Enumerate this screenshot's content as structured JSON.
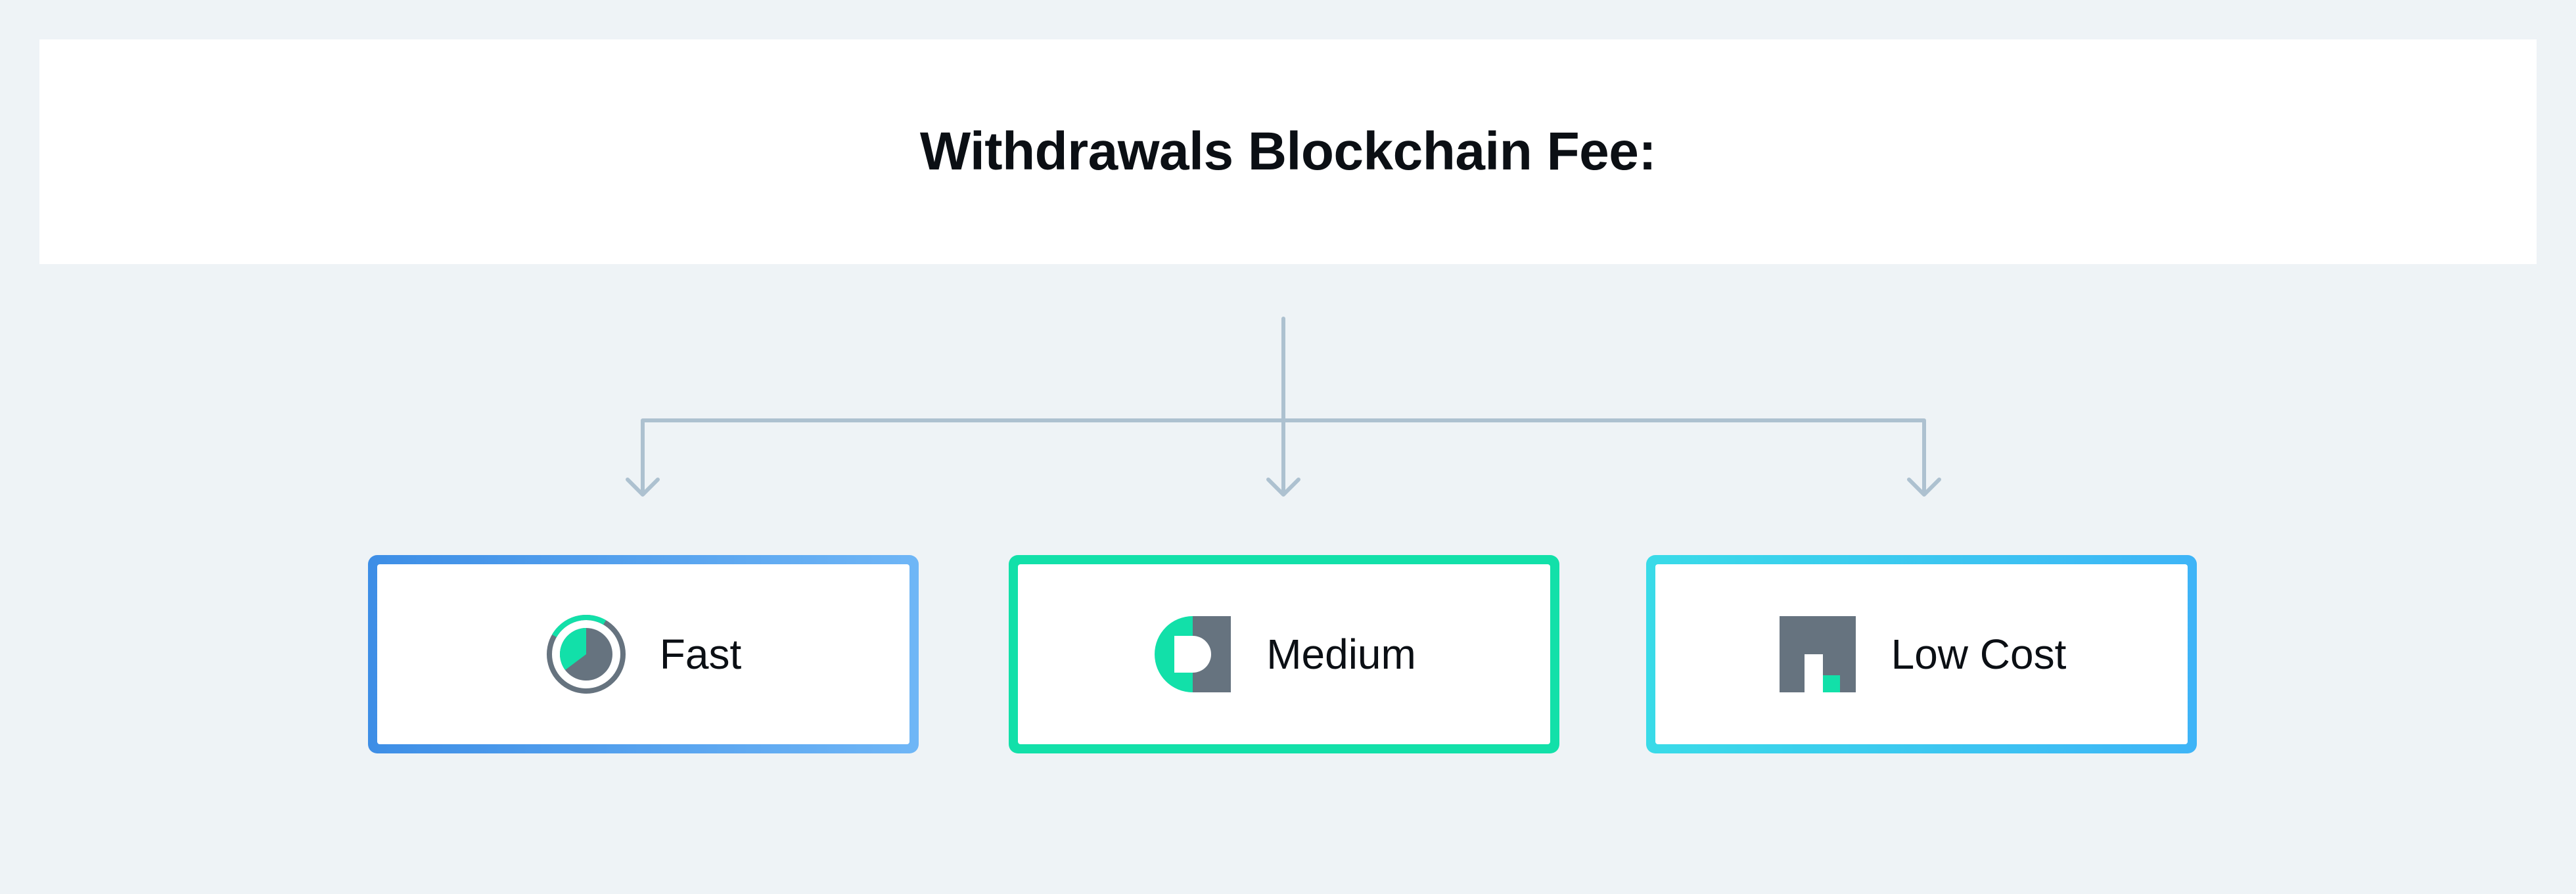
{
  "header": {
    "title": "Withdrawals Blockchain Fee:"
  },
  "options": [
    {
      "label": "Fast",
      "icon": "stopwatch-icon"
    },
    {
      "label": "Medium",
      "icon": "half-circle-icon"
    },
    {
      "label": "Low Cost",
      "icon": "bar-steps-icon"
    }
  ],
  "colors": {
    "background": "#eef3f6",
    "connector": "#adc1d0",
    "fast_border_start": "#3d8ee6",
    "fast_border_end": "#6fb6f6",
    "medium_border": "#12e0a9",
    "low_border_start": "#39dbe8",
    "low_border_end": "#3eb4f7",
    "icon_gray": "#66737f",
    "icon_green": "#12e0a9"
  }
}
